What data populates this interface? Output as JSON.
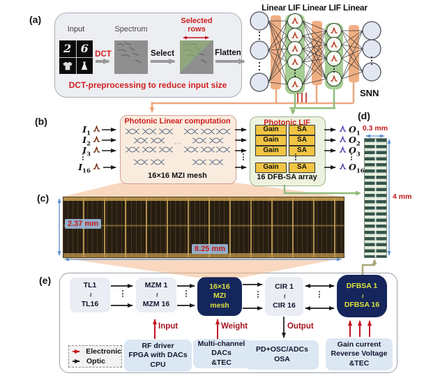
{
  "figure": {
    "dots": "⋮",
    "hdots": "⋯",
    "tilde": "~",
    "panels": {
      "a": "(a)",
      "b": "(b)",
      "c": "(c)",
      "d": "(d)",
      "e": "(e)"
    },
    "panel_a": {
      "input_label": "Input",
      "spectrum_label": "Spectrum",
      "dct_label": "DCT",
      "select_label": "Select",
      "selected_rows_label": "Selected rows",
      "flatten_label": "Flatten",
      "caption": "DCT-preprocessing to reduce input size",
      "digit1": "2",
      "digit2": "6"
    },
    "snn": {
      "layers": "Linear LIF Linear LIF Linear",
      "tag": "SNN"
    },
    "panel_b": {
      "linear_title": "Photonic Linear computation",
      "mesh_caption": "16×16 MZI mesh",
      "lif_title": "Photonic LIF",
      "array_caption": "16 DFB-SA array",
      "gain": "Gain",
      "sa": "SA",
      "inputs": [
        {
          "base": "I",
          "sub": "1"
        },
        {
          "base": "I",
          "sub": "2"
        },
        {
          "base": "I",
          "sub": "3"
        },
        {
          "base": "I",
          "sub": "16"
        }
      ],
      "outputs": [
        {
          "base": "O",
          "sub": "1"
        },
        {
          "base": "O",
          "sub": "2"
        },
        {
          "base": "O",
          "sub": "3"
        },
        {
          "base": "O",
          "sub": "16"
        }
      ]
    },
    "panel_c": {
      "height_label": "2.37 mm",
      "width_label": "8.25 mm"
    },
    "panel_d": {
      "width_label": "0.3 mm",
      "height_label": "4 mm"
    },
    "panel_e": {
      "tl_top": "TL1",
      "tl_bottom": "TL16",
      "mzm_top": "MZM 1",
      "mzm_bottom": "MZM 16",
      "mzi_line1": "16×16",
      "mzi_line2": "MZI",
      "mzi_line3": "mesh",
      "cir_top": "CIR 1",
      "cir_bottom": "CIR 16",
      "dfbsa_top": "DFBSA 1",
      "dfbsa_bottom": "DFBSA 16",
      "input_label": "Input",
      "weight_label": "Weight",
      "output_label": "Output",
      "legend_electronic": "Electronic",
      "legend_optic": "Optic",
      "rf_lines": [
        "RF driver",
        "FPGA with DACs",
        "CPU"
      ],
      "mc_lines": [
        "Multi-channel",
        "DACs",
        "&TEC"
      ],
      "pd_lines": [
        "PD+OSC/ADCs",
        "OSA"
      ],
      "gc_lines": [
        "Gain current",
        "Reverse Voltage",
        "&TEC"
      ]
    },
    "colors": {
      "title_red": "#cf1f1f",
      "label_dark_red": "#a5131f",
      "arrow_red": "#c41420",
      "navy_box": "#15265c",
      "navy_text_yellow": "#dde23c",
      "linear_bar_orange": "#f0ae83",
      "lif_bar_green": "#a6cd93",
      "gain_yellow": "#f2c443",
      "dim_blue": "#5b8fd0",
      "dim_label_bg": "#9fc0e2",
      "chip_gold": "#c9a050",
      "chip_dark": "#271e12",
      "chip_d_green": "#e2ecdb"
    }
  }
}
